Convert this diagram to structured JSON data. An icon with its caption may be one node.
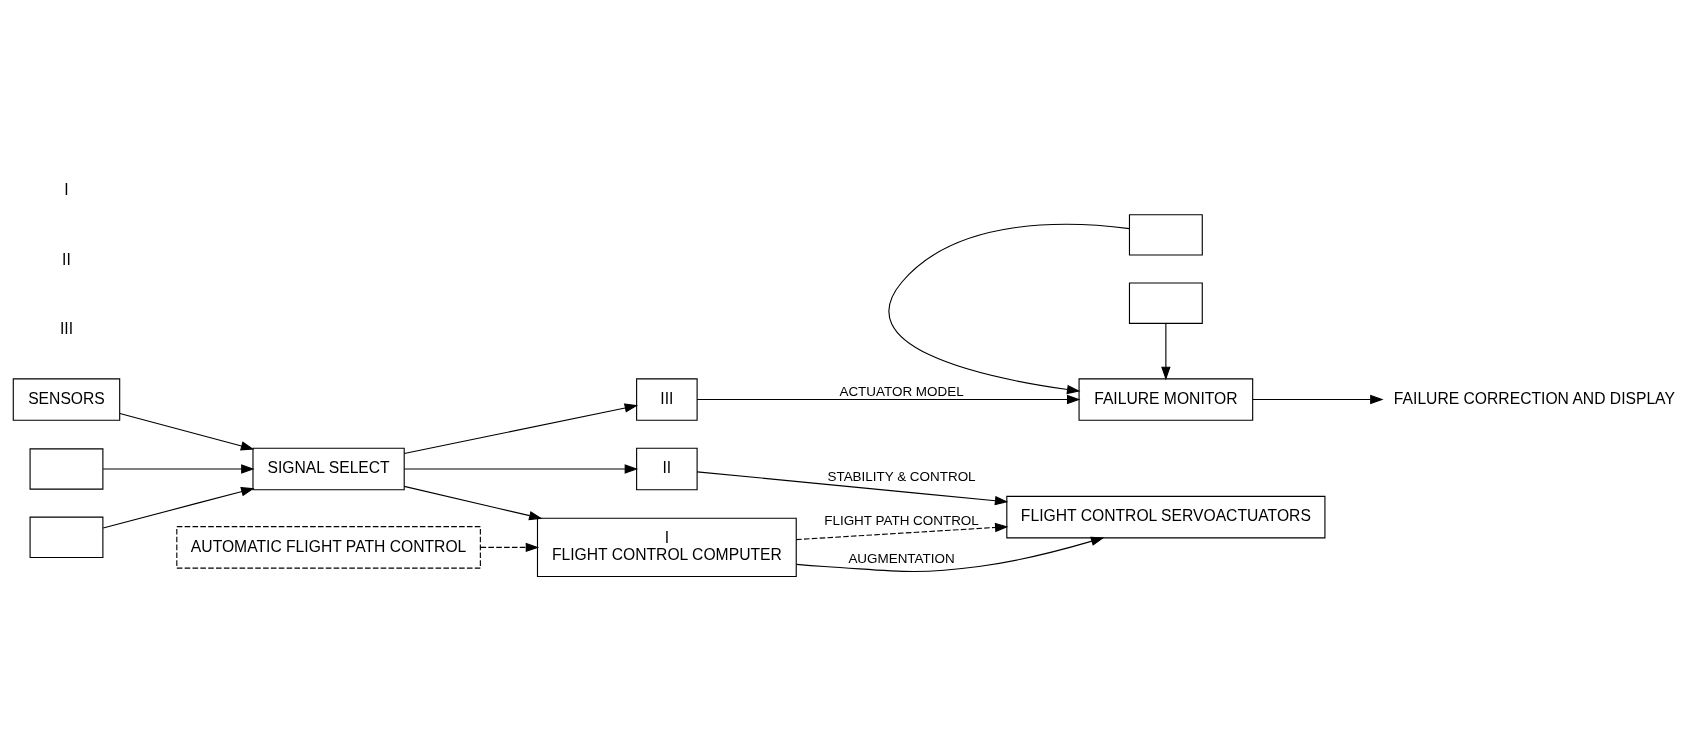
{
  "diagram": {
    "nodes": [
      {
        "text": [
          "SENSORS"
        ]
      },
      {
        "text": [],
        "shape": "box"
      },
      {
        "text": [],
        "shape": "box"
      },
      {
        "text": [
          "SIGNAL SELECT"
        ]
      },
      {
        "text": [
          "FAILURE CORRECTION AND DISPLAY"
        ]
      },
      {
        "text": [
          "FAILURE MONITOR"
        ]
      },
      {
        "text": [
          "AUTOMATIC FLIGHT PATH CONTROL"
        ]
      },
      {
        "text": [
          "I",
          "FLIGHT CONTROL COMPUTER"
        ]
      },
      {
        "text": [
          "II"
        ]
      },
      {
        "text": [
          "III"
        ]
      },
      {
        "text": [
          "FLIGHT CONTROL SERVOACTUATORS"
        ]
      },
      {
        "text": [],
        "shape": "box"
      },
      {
        "text": [],
        "shape": "box"
      }
    ],
    "edges": [
      {
        "from": 2,
        "to": 3,
        "arrow": "to"
      },
      {
        "from": 1,
        "to": 3,
        "arrow": "to"
      },
      {
        "from": 0,
        "to": 3,
        "arrow": "to"
      },
      {
        "from": 3,
        "to": 7,
        "arrow": "to"
      },
      {
        "from": 3,
        "to": 8,
        "arrow": "to"
      },
      {
        "from": 3,
        "to": 9,
        "arrow": "to"
      },
      {
        "from": 5,
        "to": 4,
        "arrow": "to"
      },
      {
        "from": 12,
        "to": 5,
        "arrow": "to"
      },
      {
        "from": 11,
        "to": 5,
        "arrow": "to"
      },
      {
        "from": 9,
        "to": 5,
        "arrow": "to",
        "label": "ACTUATOR MODEL"
      },
      {
        "from": 8,
        "to": 10,
        "arrow": "to",
        "label": "STABILITY & CONTROL"
      },
      {
        "from": 7,
        "to": 10,
        "arrow": "to",
        "label": "AUGMENTATION"
      },
      {
        "from": 6,
        "to": 7,
        "arrow": "to",
        "style": "dashed"
      },
      {
        "from": 7,
        "to": 10,
        "arrow": "to",
        "style": "dashed",
        "label": "FLIGHT PATH CONTROL"
      }
    ],
    "labels": [
      "III",
      "II",
      "I"
    ]
  }
}
